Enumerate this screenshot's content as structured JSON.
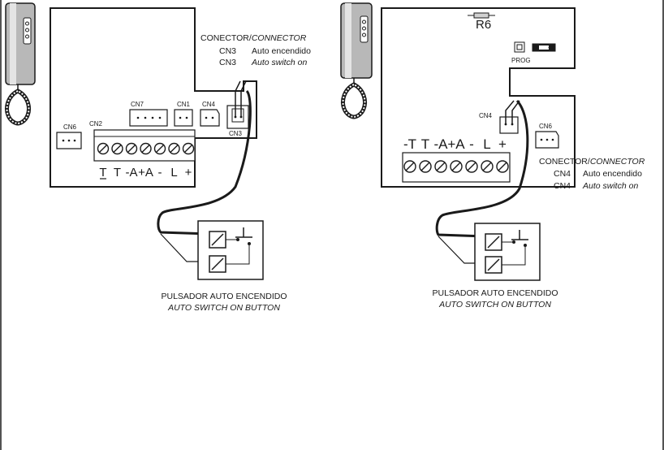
{
  "left": {
    "connector_title": "CONECTOR/",
    "connector_title_en": "CONNECTOR",
    "lines": [
      {
        "code": "CN3",
        "text": "Auto encendido"
      },
      {
        "code": "CN3",
        "text": "Auto switch on"
      }
    ],
    "connectors": {
      "cn6": "CN6",
      "cn2": "CN2",
      "cn7": "CN7",
      "cn1": "CN1",
      "cn4": "CN4",
      "cn3": "CN3"
    },
    "terminals": [
      "T",
      "T",
      "-A",
      "+A",
      "-",
      "L",
      "+"
    ],
    "button_label": "PULSADOR AUTO ENCENDIDO",
    "button_label_en": "AUTO SWITCH ON BUTTON"
  },
  "right": {
    "resistor_label": "R6",
    "prog_label": "PROG",
    "connectors": {
      "cn4": "CN4",
      "cn6": "CN6"
    },
    "terminals": [
      "-T",
      "T",
      "-A",
      "+A",
      "-",
      "L",
      "+"
    ],
    "connector_title": "CONECTOR/",
    "connector_title_en": "CONNECTOR",
    "lines": [
      {
        "code": "CN4",
        "text": "Auto encendido"
      },
      {
        "code": "CN4",
        "text": "Auto switch on"
      }
    ],
    "button_label": "PULSADOR AUTO ENCENDIDO",
    "button_label_en": "AUTO SWITCH ON BUTTON"
  }
}
